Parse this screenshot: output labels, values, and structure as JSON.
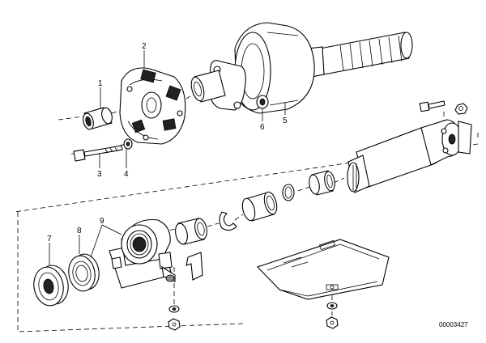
{
  "diagram": {
    "callouts": {
      "c1": "1",
      "c2": "2",
      "c3": "3",
      "c4": "4",
      "c5": "5",
      "c6": "6",
      "c7": "7",
      "c8": "8",
      "c9": "9"
    },
    "document_number": "00003427"
  }
}
